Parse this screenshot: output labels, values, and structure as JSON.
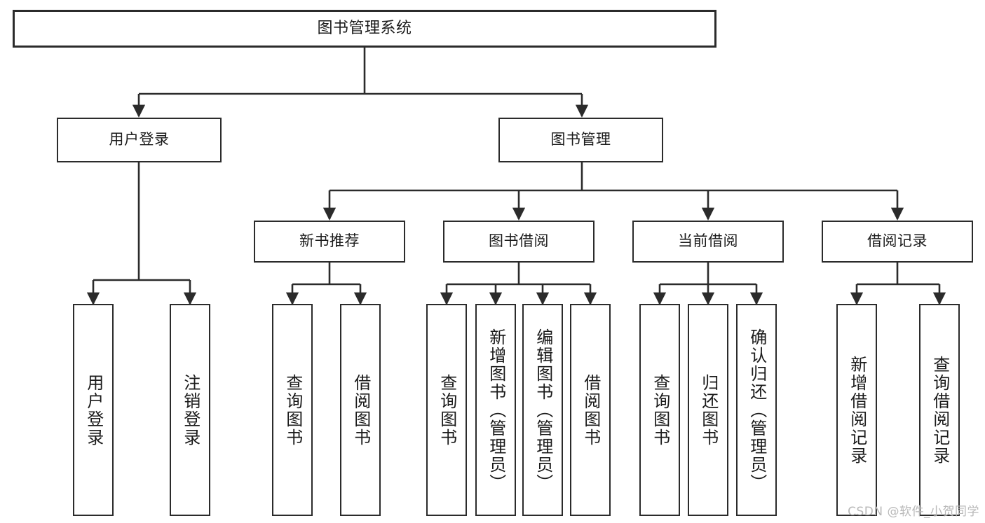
{
  "diagram": {
    "type": "tree-flowchart",
    "title": "图书管理系统",
    "watermark": "CSDN @软件_小贺同学",
    "colors": {
      "node_border": "#2b2b2b",
      "node_fill": "#ffffff",
      "connector": "#2b2b2b",
      "background": "#ffffff",
      "watermark": "#b8b8b8"
    },
    "nodes": {
      "root": {
        "label": "图书管理系统",
        "level": 1,
        "orientation": "horizontal"
      },
      "user_login": {
        "label": "用户登录",
        "level": 2,
        "orientation": "horizontal"
      },
      "book_manage": {
        "label": "图书管理",
        "level": 2,
        "orientation": "horizontal"
      },
      "new_book_rec": {
        "label": "新书推荐",
        "level": 3,
        "orientation": "horizontal"
      },
      "book_borrow": {
        "label": "图书借阅",
        "level": 3,
        "orientation": "horizontal"
      },
      "current_borrow": {
        "label": "当前借阅",
        "level": 3,
        "orientation": "horizontal"
      },
      "borrow_record": {
        "label": "借阅记录",
        "level": 3,
        "orientation": "horizontal"
      },
      "leaf_user_login": {
        "label": "用户登录",
        "level": 4,
        "orientation": "vertical"
      },
      "leaf_logout": {
        "label": "注销登录",
        "level": 4,
        "orientation": "vertical"
      },
      "leaf_query_book_a": {
        "label": "查询图书",
        "level": 4,
        "orientation": "vertical"
      },
      "leaf_borrow_book_a": {
        "label": "借阅图书",
        "level": 4,
        "orientation": "vertical"
      },
      "leaf_query_book_b": {
        "label": "查询图书",
        "level": 4,
        "orientation": "vertical"
      },
      "leaf_add_book": {
        "label": "新增图书（管理员）",
        "level": 4,
        "orientation": "vertical"
      },
      "leaf_edit_book": {
        "label": "编辑图书（管理员）",
        "level": 4,
        "orientation": "vertical"
      },
      "leaf_borrow_book_b": {
        "label": "借阅图书",
        "level": 4,
        "orientation": "vertical"
      },
      "leaf_query_book_c": {
        "label": "查询图书",
        "level": 4,
        "orientation": "vertical"
      },
      "leaf_return_book": {
        "label": "归还图书",
        "level": 4,
        "orientation": "vertical"
      },
      "leaf_confirm_return": {
        "label": "确认归还（管理员）",
        "level": 4,
        "orientation": "vertical"
      },
      "leaf_add_record": {
        "label": "新增借阅记录",
        "level": 4,
        "orientation": "vertical"
      },
      "leaf_query_record": {
        "label": "查询借阅记录",
        "level": 4,
        "orientation": "vertical"
      }
    },
    "edges": [
      {
        "from": "root",
        "to": "user_login"
      },
      {
        "from": "root",
        "to": "book_manage"
      },
      {
        "from": "user_login",
        "to": "leaf_user_login"
      },
      {
        "from": "user_login",
        "to": "leaf_logout"
      },
      {
        "from": "book_manage",
        "to": "new_book_rec"
      },
      {
        "from": "book_manage",
        "to": "book_borrow"
      },
      {
        "from": "book_manage",
        "to": "current_borrow"
      },
      {
        "from": "book_manage",
        "to": "borrow_record"
      },
      {
        "from": "new_book_rec",
        "to": "leaf_query_book_a"
      },
      {
        "from": "new_book_rec",
        "to": "leaf_borrow_book_a"
      },
      {
        "from": "book_borrow",
        "to": "leaf_query_book_b"
      },
      {
        "from": "book_borrow",
        "to": "leaf_add_book"
      },
      {
        "from": "book_borrow",
        "to": "leaf_edit_book"
      },
      {
        "from": "book_borrow",
        "to": "leaf_borrow_book_b"
      },
      {
        "from": "current_borrow",
        "to": "leaf_query_book_c"
      },
      {
        "from": "current_borrow",
        "to": "leaf_return_book"
      },
      {
        "from": "current_borrow",
        "to": "leaf_confirm_return"
      },
      {
        "from": "borrow_record",
        "to": "leaf_add_record"
      },
      {
        "from": "borrow_record",
        "to": "leaf_query_record"
      }
    ]
  }
}
